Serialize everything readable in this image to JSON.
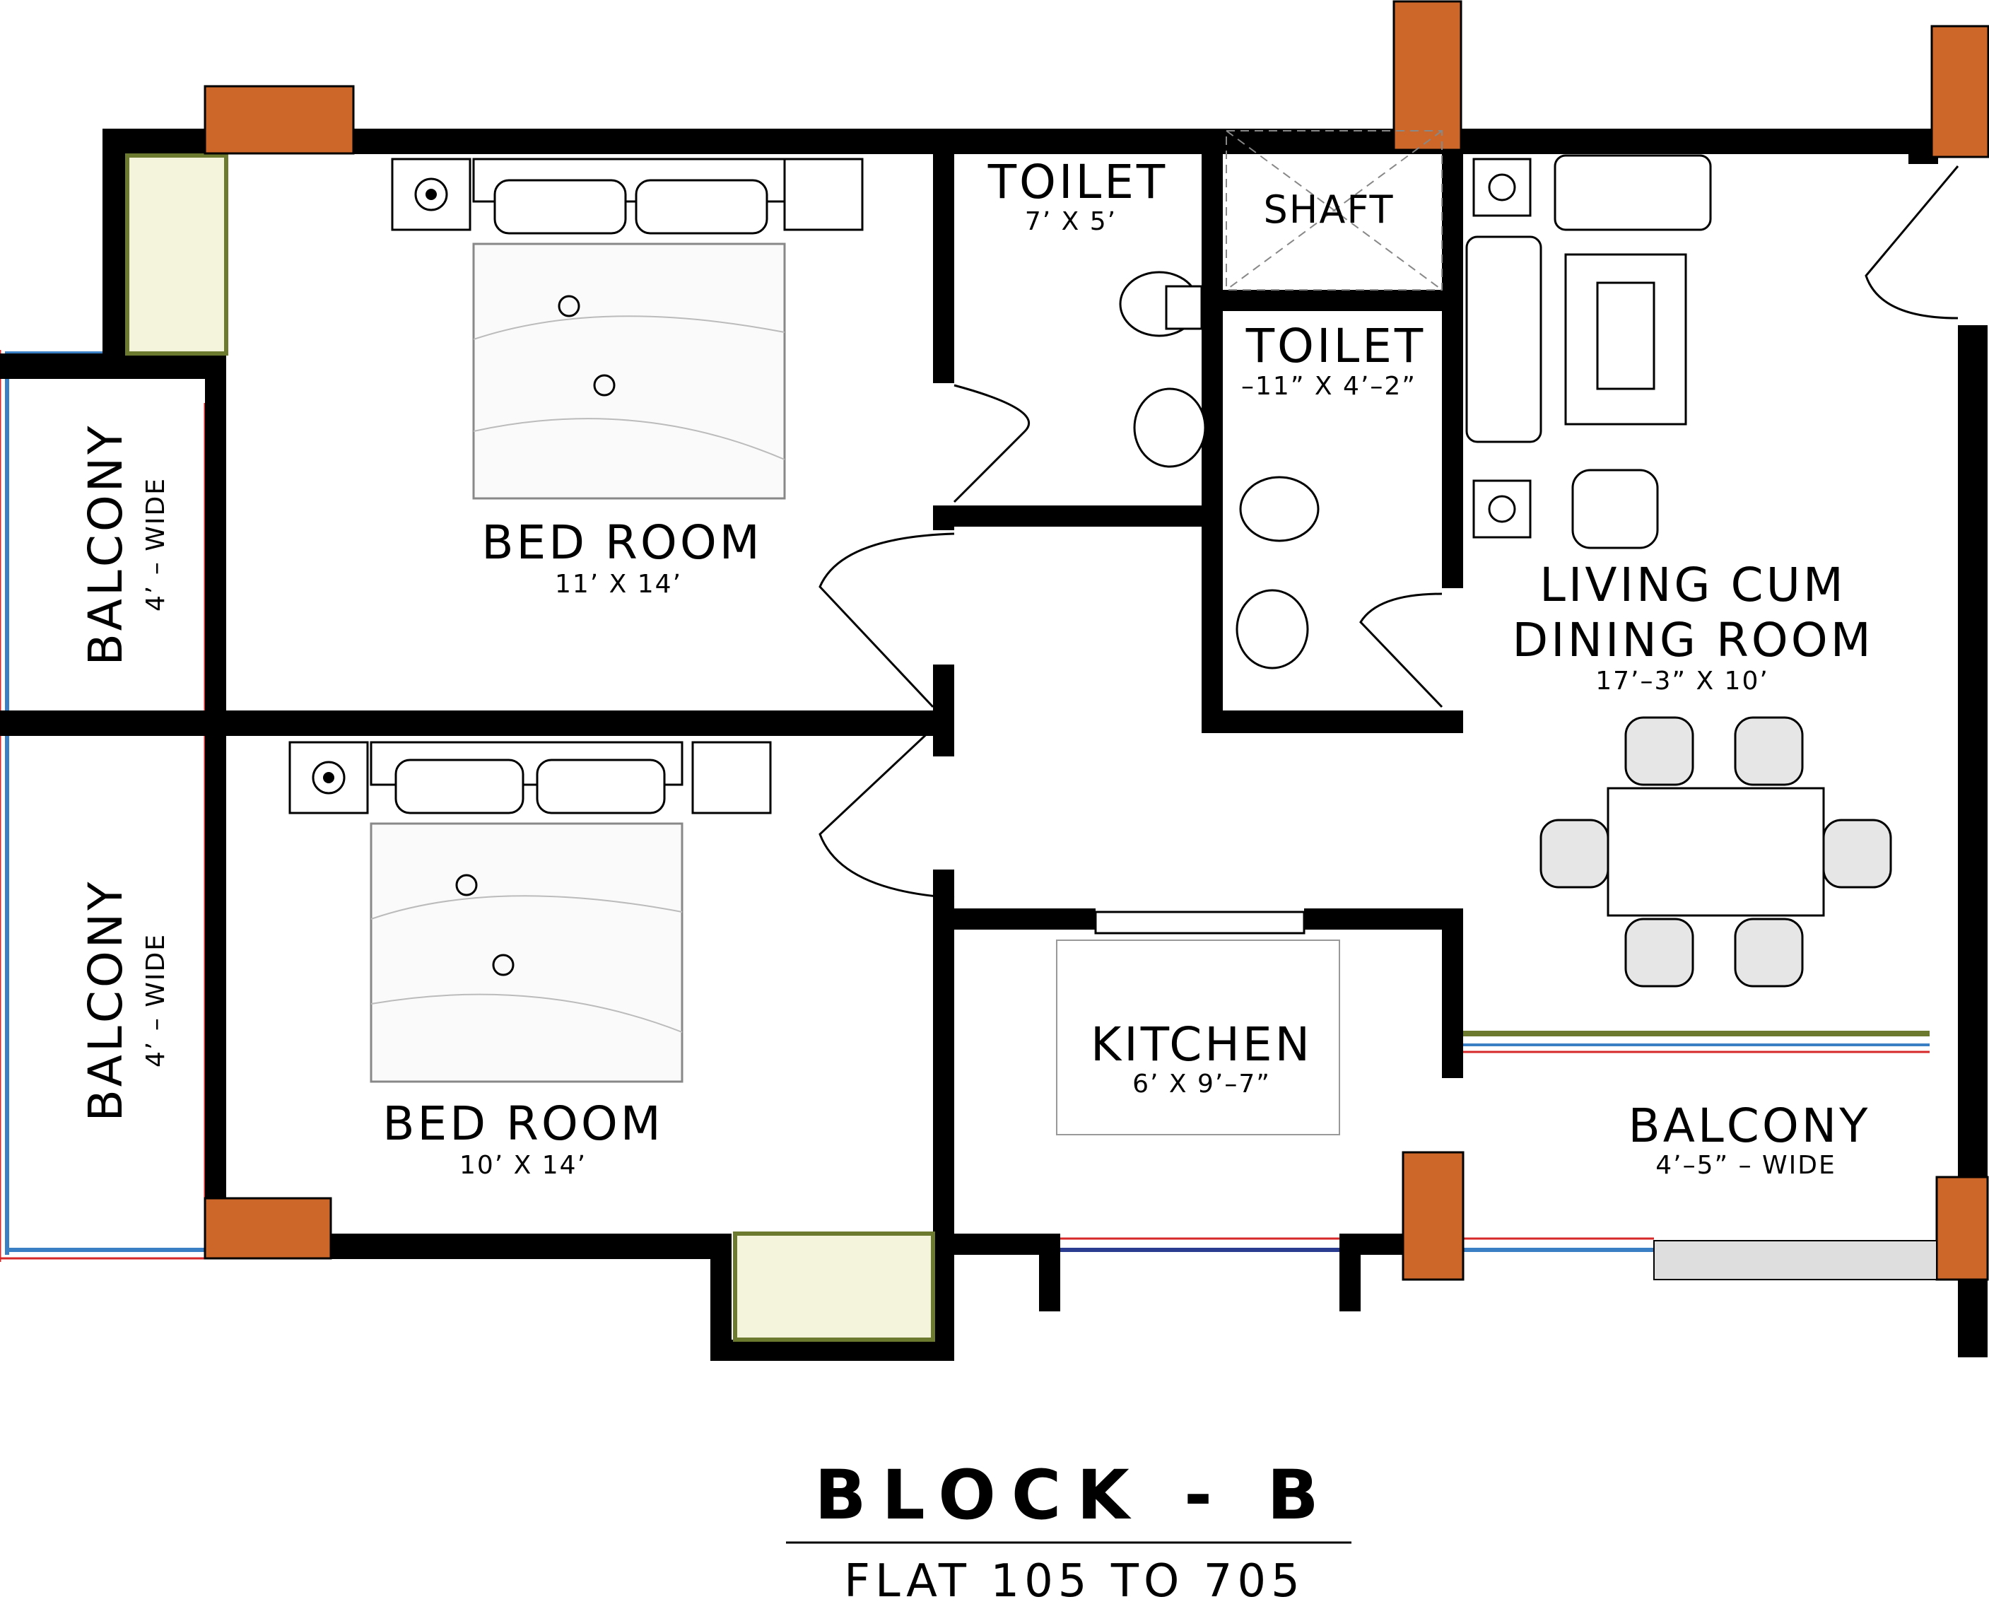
{
  "title": "BLOCK - B",
  "subtitle": "FLAT 105 TO 705",
  "rooms": {
    "bed_room_1": {
      "name": "BED ROOM",
      "size": "11’ X 14’"
    },
    "bed_room_2": {
      "name": "BED ROOM",
      "size": "10’ X 14’"
    },
    "toilet_1": {
      "name": "TOILET",
      "size": "7’ X 5’"
    },
    "toilet_2": {
      "name": "TOILET",
      "size": "–11” X 4’–2”"
    },
    "shaft": {
      "name": "SHAFT"
    },
    "living": {
      "name_line1": "LIVING CUM",
      "name_line2": "DINING ROOM",
      "size": "17’–3” X 10’"
    },
    "kitchen": {
      "name": "KITCHEN",
      "size": "6’ X 9’–7”"
    },
    "balcony_1": {
      "name": "BALCONY",
      "size": "4’ – WIDE"
    },
    "balcony_2": {
      "name": "BALCONY",
      "size": "4’ – WIDE"
    },
    "balcony_3": {
      "name": "BALCONY",
      "size": "4’–5” – WIDE"
    }
  },
  "colors": {
    "wall": "#000000",
    "column": "#cc6729",
    "window_green": "#6b7a2e",
    "rail_blue": "#3a7fc4",
    "rail_red": "#d62828"
  }
}
